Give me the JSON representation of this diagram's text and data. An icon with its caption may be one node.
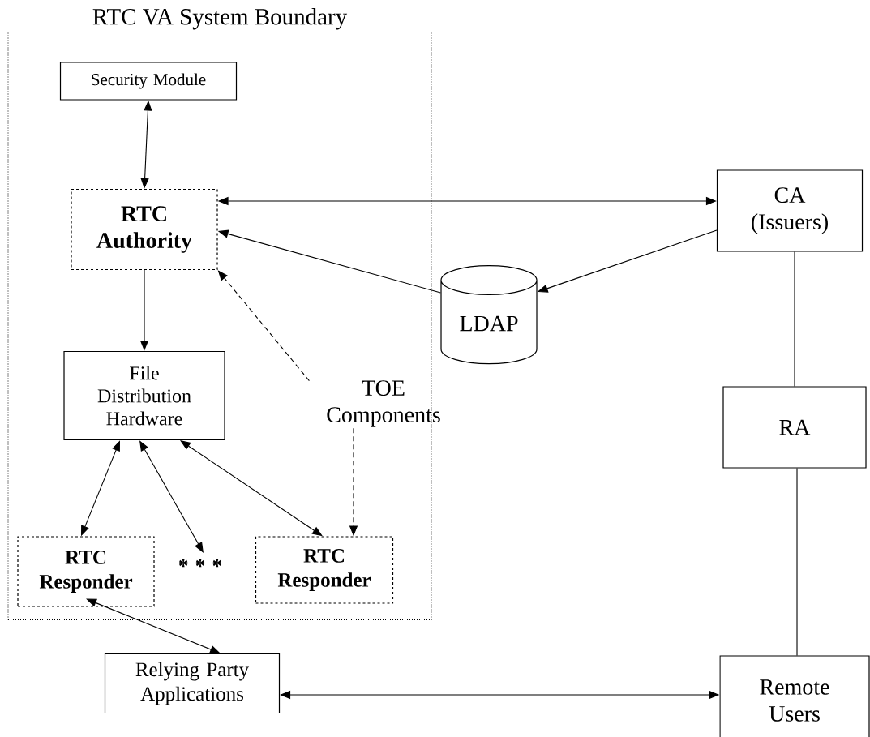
{
  "diagram": {
    "nodes": [
      {
        "text": [
          "RTC VA System Boundary"
        ]
      },
      {
        "text": [
          "Security Module"
        ],
        "in": 0
      },
      {
        "text": [
          "RTC Authority"
        ],
        "in": 0
      },
      {
        "text": [
          "File Distribution Hardware"
        ],
        "in": 0
      },
      {
        "text": [
          "RTC Responder"
        ],
        "in": 0
      },
      {
        "text": [
          "* * *"
        ],
        "in": 0
      },
      {
        "text": [
          "RTC Responder"
        ],
        "in": 0
      },
      {
        "text": [
          "TOE Components"
        ]
      },
      {
        "text": [
          "CA (Issuers)"
        ]
      },
      {
        "text": [
          "LDAP"
        ]
      },
      {
        "text": [
          "RA"
        ]
      },
      {
        "text": [
          "Relying Party Applications"
        ]
      },
      {
        "text": [
          "Remote Users"
        ]
      }
    ],
    "edges": [
      {
        "from": 1,
        "to": 2,
        "arrow": "both"
      },
      {
        "from": 2,
        "to": 3,
        "arrow": "to"
      },
      {
        "from": 8,
        "to": 2,
        "arrow": "both"
      },
      {
        "from": 9,
        "to": 2,
        "arrow": "to"
      },
      {
        "from": 8,
        "to": 9,
        "arrow": "to"
      },
      {
        "from": 7,
        "to": 2,
        "arrow": "to",
        "style": "dashed"
      },
      {
        "from": 7,
        "to": 6,
        "arrow": "to",
        "style": "dashed"
      },
      {
        "from": 3,
        "to": 4,
        "arrow": "both"
      },
      {
        "from": 3,
        "to": 5,
        "arrow": "both"
      },
      {
        "from": 3,
        "to": 6,
        "arrow": "both"
      },
      {
        "from": 11,
        "to": 4,
        "arrow": "both"
      },
      {
        "from": 11,
        "to": 12,
        "arrow": "both"
      },
      {
        "from": 8,
        "to": 10,
        "arrow": "none"
      },
      {
        "from": 10,
        "to": 12,
        "arrow": "none"
      }
    ]
  }
}
